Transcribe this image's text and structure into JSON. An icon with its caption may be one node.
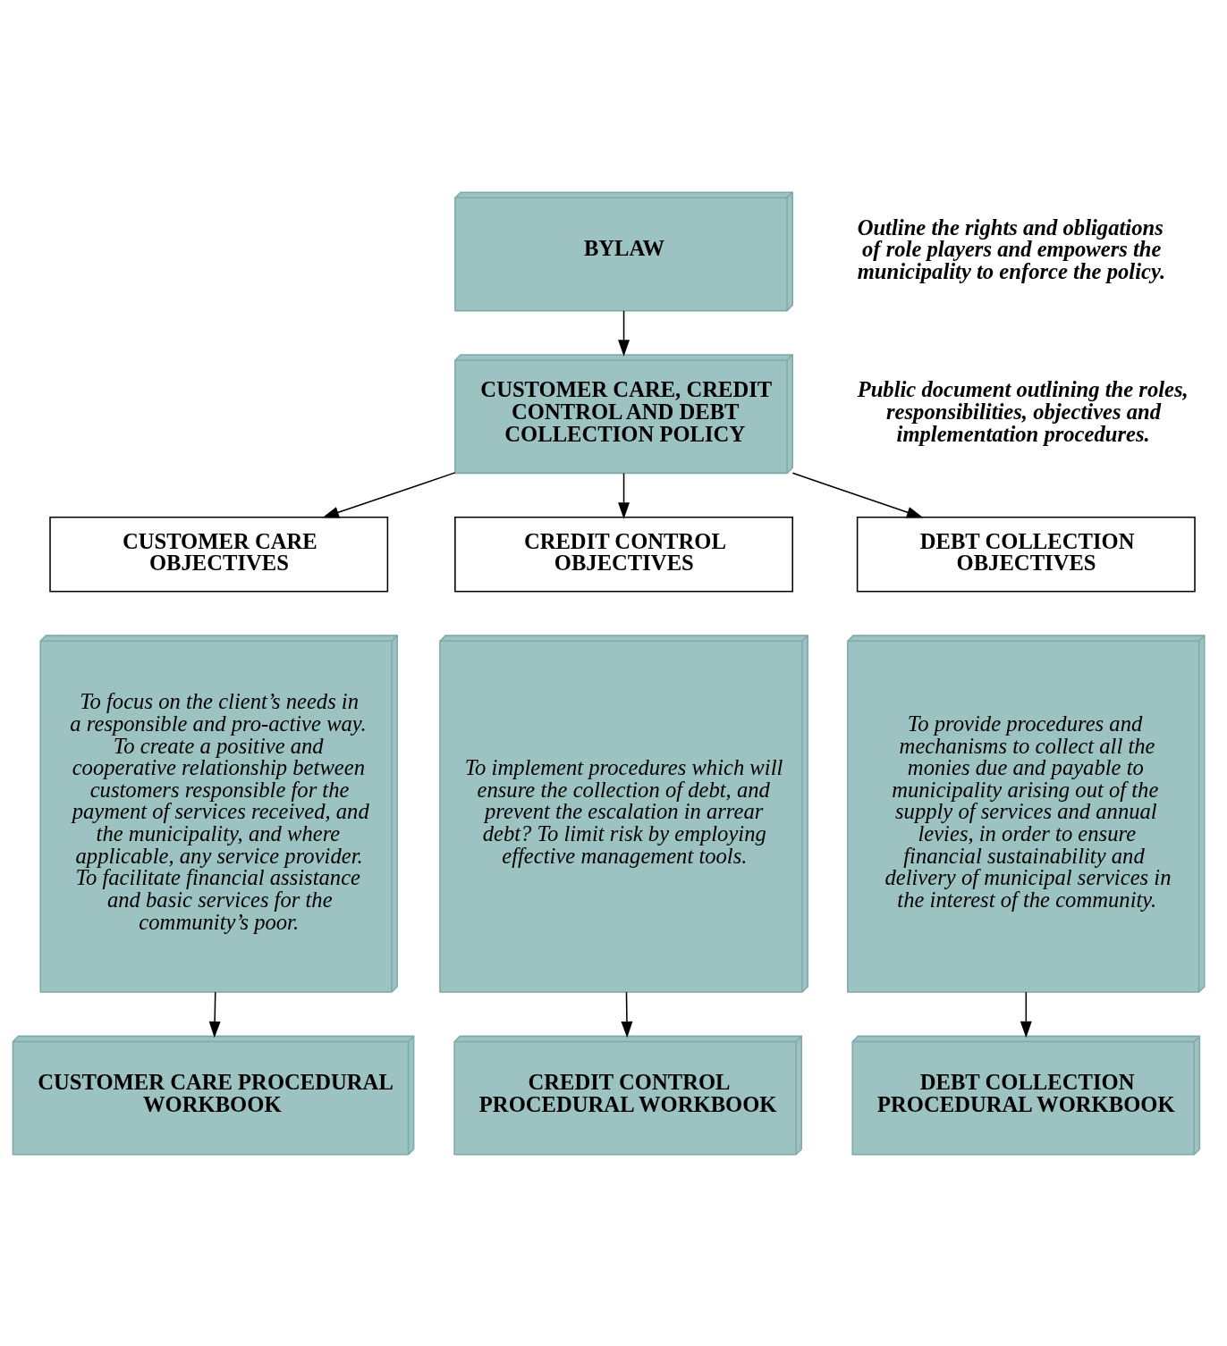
{
  "diagram": {
    "nodes": [
      {
        "text": [
          "BYLAW"
        ]
      },
      {
        "text": [
          "CUSTOMER CARE, CREDIT CONTROL AND DEBT COLLECTION POLICY"
        ]
      },
      {
        "text": [
          "CUSTOMER CARE OBJECTIVES"
        ]
      },
      {
        "text": [
          "CREDIT CONTROL OBJECTIVES"
        ]
      },
      {
        "text": [
          "DEBT COLLECTION OBJECTIVES"
        ]
      },
      {
        "text": [
          "To focus on the client’s needs in a responsible and pro-active way. To create a positive and cooperative relationship between customers responsible for the payment of services received, and the municipality, and where applicable, any service provider.  To facilitate financial assistance and basic services for the community’s poor."
        ]
      },
      {
        "text": [
          "To implement procedures which will ensure the collection of debt, and prevent the escalation in arrear debt? To limit risk by employing effective management tools."
        ]
      },
      {
        "text": [
          "To provide procedures and mechanisms to collect all the monies due and payable to municipality arising out of the supply of services and annual levies, in order to ensure financial sustainability and delivery of municipal services in the interest of the community."
        ]
      },
      {
        "text": [
          "CUSTOMER CARE PROCEDURAL WORKBOOK"
        ]
      },
      {
        "text": [
          "CREDIT CONTROL PROCEDURAL WORKBOOK"
        ]
      },
      {
        "text": [
          "DEBT COLLECTION PROCEDURAL WORKBOOK"
        ]
      }
    ],
    "edges": [
      {
        "from": 0,
        "to": 1,
        "arrow": "to"
      },
      {
        "from": 1,
        "to": 2,
        "arrow": "to"
      },
      {
        "from": 1,
        "to": 3,
        "arrow": "to"
      },
      {
        "from": 1,
        "to": 4,
        "arrow": "to"
      },
      {
        "from": 5,
        "to": 8,
        "arrow": "to"
      },
      {
        "from": 6,
        "to": 9,
        "arrow": "to"
      },
      {
        "from": 7,
        "to": 10,
        "arrow": "to"
      }
    ],
    "labels": [
      "Outline the rights and obligations of role players and empowers the municipality to enforce the policy.",
      "Public document outlining the roles, responsibilities, objectives and implementation procedures."
    ]
  }
}
